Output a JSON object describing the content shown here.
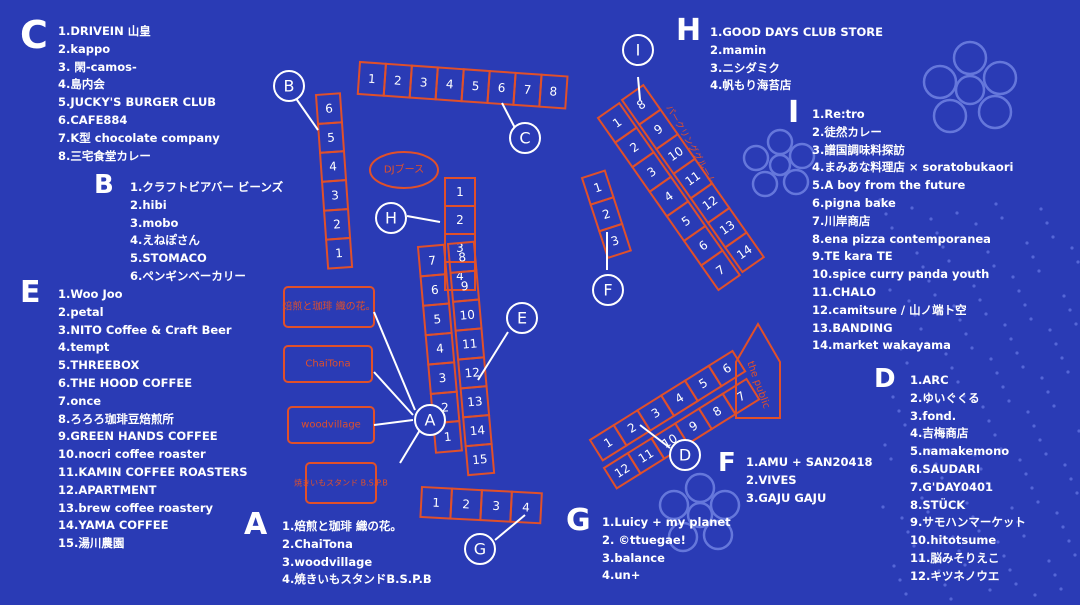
{
  "palette": {
    "background": "#2a3bb5",
    "booth": "#e0502a",
    "text": "#ffffff",
    "decoration": "#6c7ee0"
  },
  "sections": {
    "C": {
      "key": "C",
      "items": [
        "1.DRIVEIN 山皇",
        "2.kappo",
        "3. 閑-camos-",
        "4.島内会",
        "5.JUCKY'S BURGER CLUB",
        "6.CAFE884",
        "7.K型 chocolate company",
        "8.三宅食堂カレー"
      ]
    },
    "B": {
      "key": "B",
      "items": [
        "1.クラフトビアバー ビーンズ",
        "2.hibi",
        "3.mobo",
        "4.えねぽさん",
        "5.STOMACO",
        "6.ペンギンベーカリー"
      ]
    },
    "E": {
      "key": "E",
      "items": [
        "1.Woo Joo",
        "2.petal",
        "3.NITO Coffee & Craft Beer",
        "4.tempt",
        "5.THREEBOX",
        "6.THE HOOD COFFEE",
        "7.once",
        "8.ろろろ珈琲豆焙煎所",
        "9.GREEN HANDS COFFEE",
        "10.nocri coffee roaster",
        "11.KAMIN COFFEE ROASTERS",
        "12.APARTMENT",
        "13.brew coffee roastery",
        "14.YAMA COFFEE",
        "15.湯川農園"
      ]
    },
    "A": {
      "key": "A",
      "items": [
        "1.焙煎と珈琲 織の花。",
        "2.ChaiTona",
        "3.woodvillage",
        "4.焼きいもスタンドB.S.P.B"
      ]
    },
    "H": {
      "key": "H",
      "items": [
        "1.GOOD DAYS CLUB STORE",
        "2.mamin",
        "3.ニシダミク",
        "4.帆もり海苔店"
      ]
    },
    "I": {
      "key": "I",
      "items": [
        "1.Re:tro",
        "2.徒然カレー",
        "3.譜国調味料探訪",
        "4.まみあな料理店 × soratobukaori",
        "5.A boy from the future",
        "6.pigna bake",
        "7.川岸商店",
        "8.ena pizza contemporanea",
        "9.TE kara TE",
        "10.spice curry panda youth",
        "11.CHALO",
        "12.camitsure / 山ノ端ト空",
        "13.BANDING",
        "14.market wakayama"
      ]
    },
    "D": {
      "key": "D",
      "items": [
        "1.ARC",
        "2.ゆいぐくる",
        "3.fond.",
        "4.吉梅商店",
        "5.namakemono",
        "6.SAUDARI",
        "7.G'DAY0401",
        "8.STÜCK",
        "9.サモハンマーケット",
        "10.hitotsume",
        "11.脳みそりえこ",
        "12.キツネノウエ"
      ]
    },
    "F": {
      "key": "F",
      "items": [
        "1.AMU + SAN20418",
        "2.VIVES",
        "3.GAJU GAJU"
      ]
    },
    "G": {
      "key": "G",
      "items": [
        "1.Luicy + my planet",
        "2. ©ttuegae!",
        "3.balance",
        "4.un+"
      ]
    }
  },
  "map_labels": {
    "dj_booth": "DJブース",
    "trail": "パークリンググルーム",
    "the_public": "the public",
    "shop_a1": "焙煎と珈琲 織の花。",
    "shop_a2": "ChaiTona",
    "shop_a3": "woodvillage",
    "shop_a4": "焼きいもスタンド B.S.P.B",
    "callouts": [
      "A",
      "B",
      "C",
      "D",
      "E",
      "F",
      "G",
      "H",
      "I"
    ]
  },
  "booth_rows": {
    "C": [
      "1",
      "2",
      "3",
      "4",
      "5",
      "6",
      "7",
      "8"
    ],
    "B": [
      "6",
      "5",
      "4",
      "3",
      "2",
      "1"
    ],
    "H": [
      "1",
      "2",
      "3",
      "4"
    ],
    "E_left": [
      "7",
      "6",
      "5",
      "4",
      "3",
      "2",
      "1"
    ],
    "E_right": [
      "8",
      "9",
      "10",
      "11",
      "12",
      "13",
      "14",
      "15"
    ],
    "G": [
      "1",
      "2",
      "3",
      "4"
    ],
    "F": [
      "1",
      "2",
      "3"
    ],
    "I_left": [
      "1",
      "2",
      "3",
      "4",
      "5",
      "6",
      "7"
    ],
    "I_right": [
      "8",
      "9",
      "10",
      "11",
      "12",
      "13",
      "14"
    ],
    "D_left": [
      "1",
      "2",
      "3",
      "4",
      "5",
      "6"
    ],
    "D_right": [
      "12",
      "11",
      "10",
      "9",
      "8",
      "7"
    ]
  }
}
